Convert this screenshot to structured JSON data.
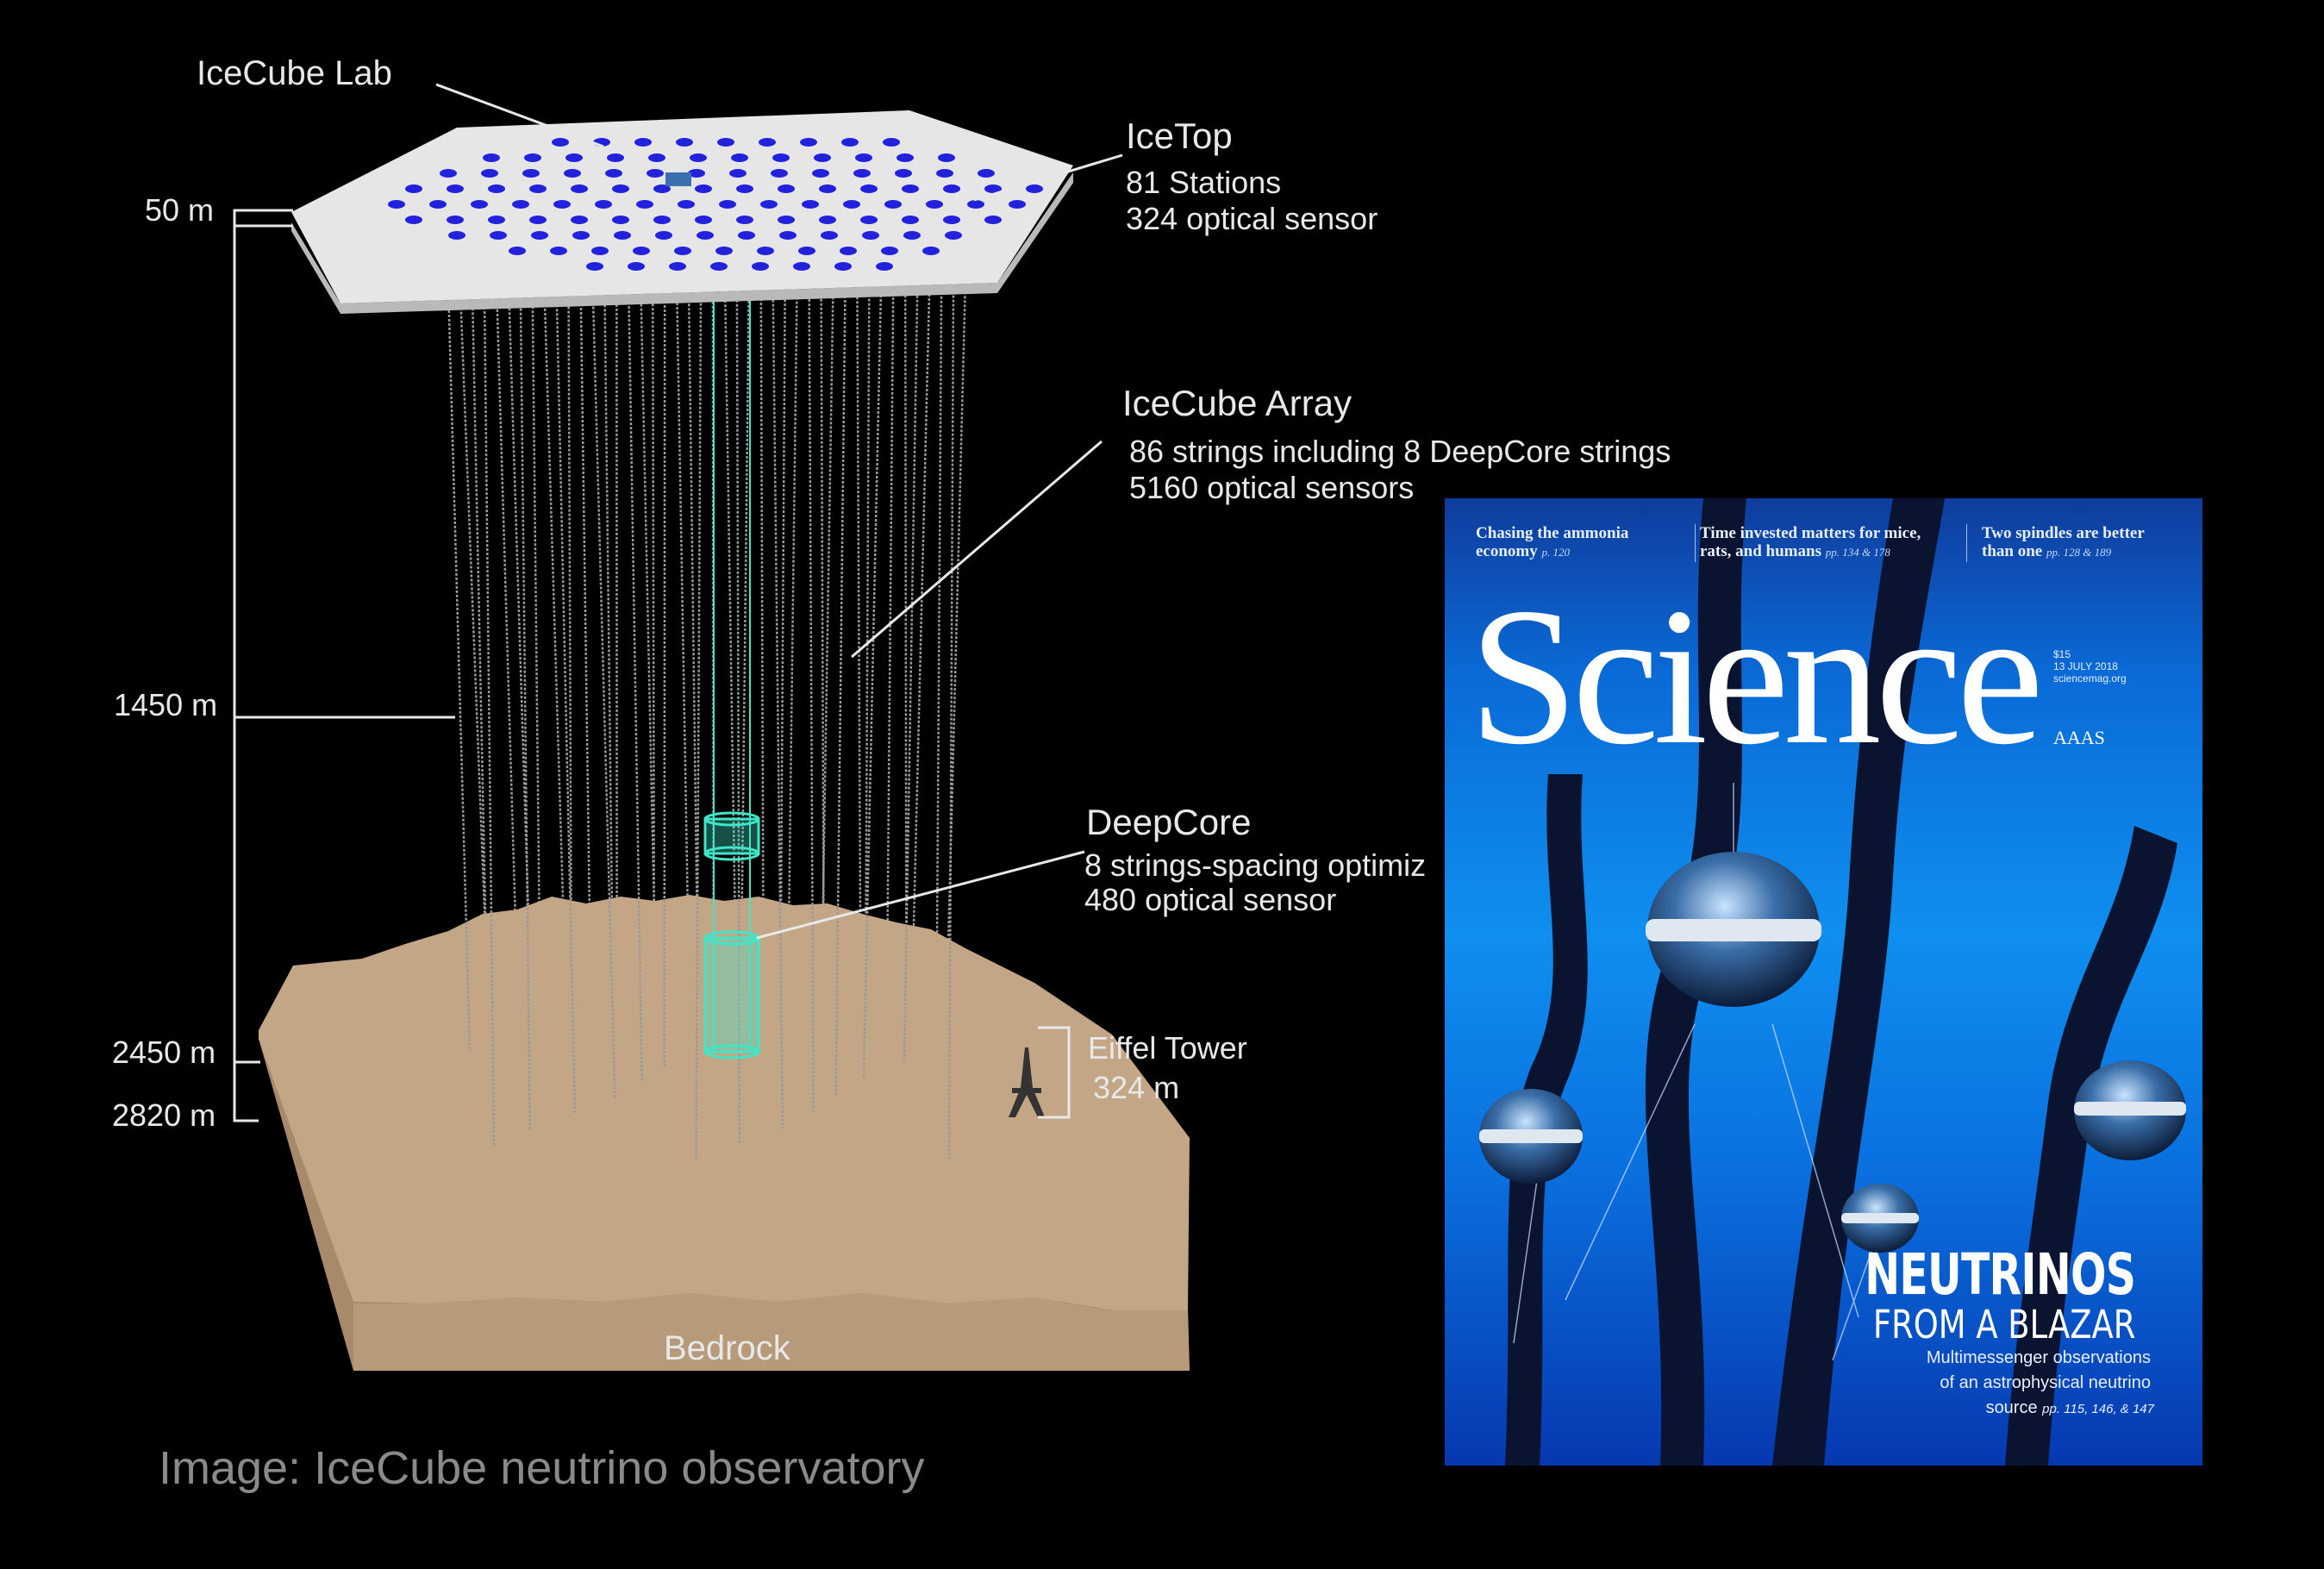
{
  "diagram": {
    "labels": {
      "icecube_lab": "IceCube Lab",
      "icetop_title": "IceTop",
      "icetop_line1": "81 Stations",
      "icetop_line2": "324 optical sensor",
      "array_title": "IceCube Array",
      "array_line1": "86 strings including 8 DeepCore strings",
      "array_line2": "5160 optical sensors",
      "deepcore_title": "DeepCore",
      "deepcore_line1": "8 strings-spacing optimiz",
      "deepcore_line2": "480 optical sensor",
      "eiffel_title": "Eiffel Tower",
      "eiffel_height": "324 m",
      "bedrock": "Bedrock"
    },
    "depths": {
      "d50": "50 m",
      "d1450": "1450 m",
      "d2450": "2450 m",
      "d2820": "2820 m"
    },
    "colors": {
      "surface": "#e6e6e6",
      "station_dot": "#2222dd",
      "bedrock": "#c3a685",
      "bedrock_side": "#a88a6a",
      "string": "#9a9a9a",
      "deepcore": "#3fe6c8"
    }
  },
  "caption": "Image: IceCube neutrino observatory",
  "magazine": {
    "teasers": [
      {
        "text": "Chasing the ammonia economy",
        "pages": "p. 120"
      },
      {
        "text": "Time invested matters for mice, rats, and humans",
        "pages": "pp. 134 & 178"
      },
      {
        "text": "Two spindles are better than one",
        "pages": "pp. 128 & 189"
      }
    ],
    "title": "Science",
    "price": "$15",
    "date": "13 JULY 2018",
    "site": "sciencemag.org",
    "publisher": "AAAS",
    "headline1": "NEUTRINOS",
    "headline2": "FROM A BLAZAR",
    "sub1": "Multimessenger observations",
    "sub2": "of an astrophysical neutrino",
    "sub3": "source",
    "sub_pages": "pp. 115, 146, & 147"
  }
}
